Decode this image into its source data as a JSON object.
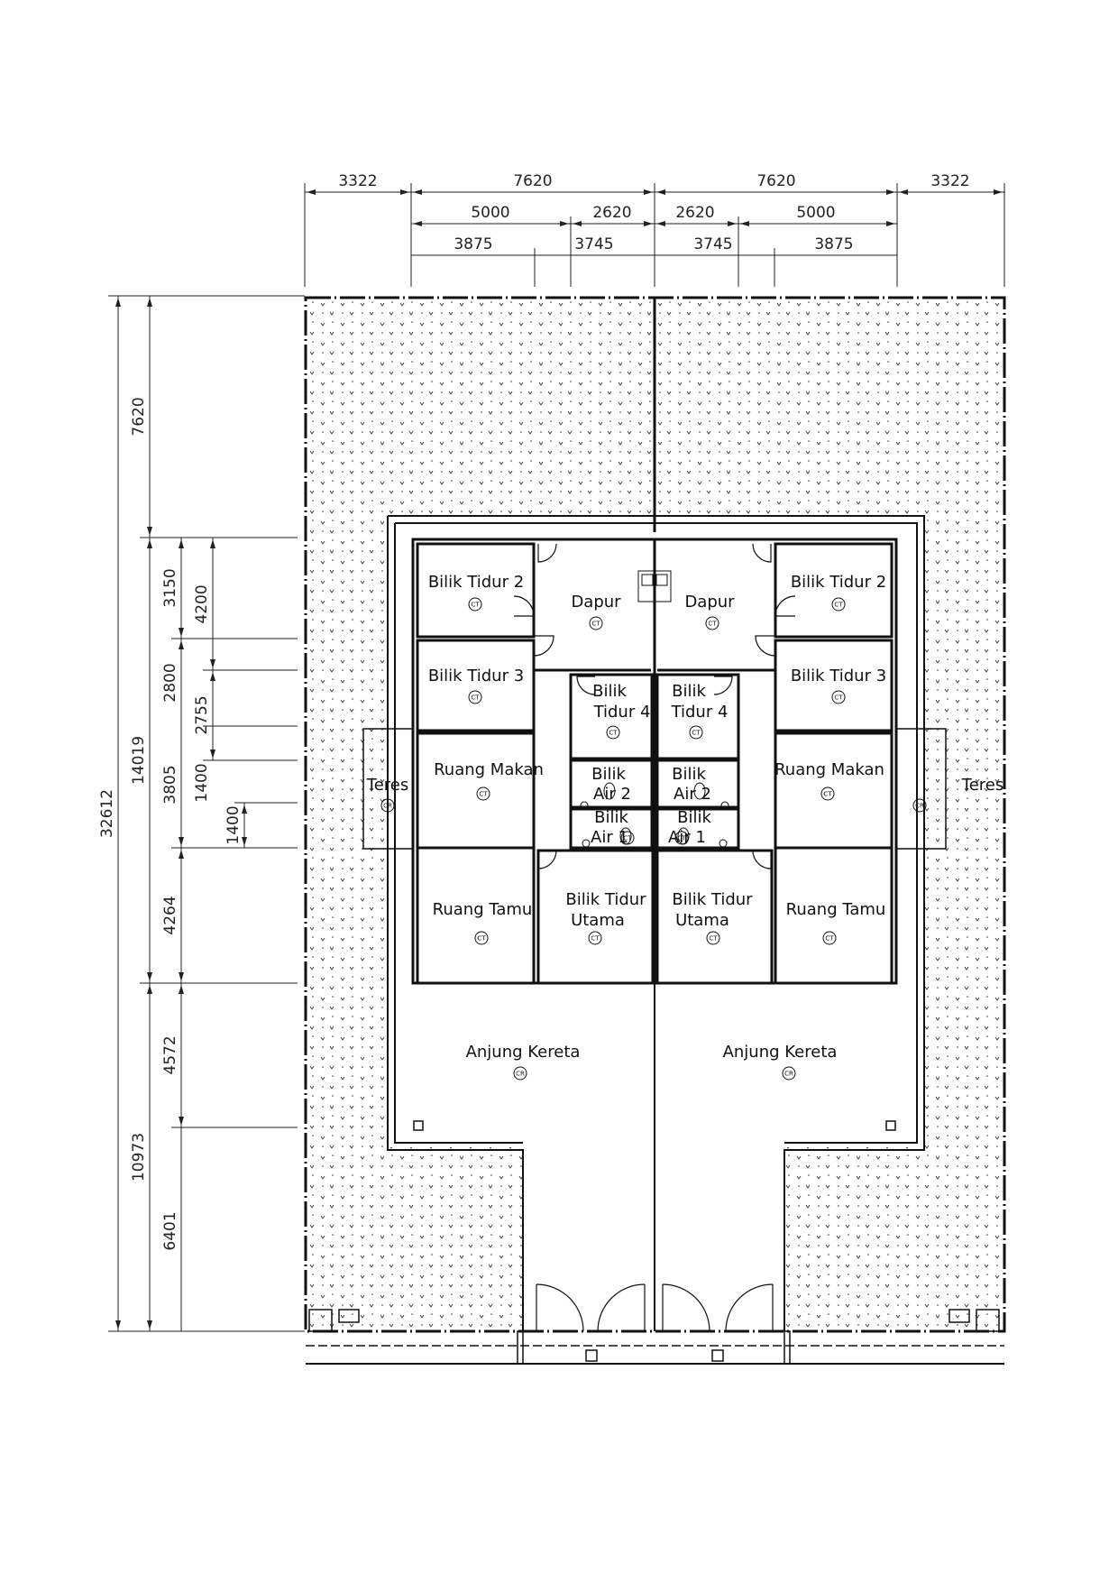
{
  "dimensions": {
    "top_row1": [
      "3322",
      "7620",
      "7620",
      "3322"
    ],
    "top_row2": [
      "5000",
      "2620",
      "2620",
      "5000"
    ],
    "top_row3": [
      "3875",
      "3745",
      "3745",
      "3875"
    ],
    "left_total": "32612",
    "left_segments": [
      "7620",
      "14019",
      "10973"
    ],
    "left_sub": [
      "3150",
      "2800",
      "3805",
      "4264",
      "4572",
      "6401"
    ],
    "left_inner": [
      "4200",
      "2755",
      "1400",
      "1400"
    ]
  },
  "units": {
    "left": {
      "bilik_tidur_2": "Bilik Tidur 2",
      "bilik_tidur_3": "Bilik Tidur 3",
      "bilik_tidur_4": [
        "Bilik",
        "Tidur 4"
      ],
      "dapur": "Dapur",
      "bilik_air_2": [
        "Bilik",
        "Air 2"
      ],
      "bilik_air_1": [
        "Bilik",
        "Air 1"
      ],
      "ruang_makan": "Ruang Makan",
      "ruang_tamu": "Ruang Tamu",
      "bilik_tidur_utama": [
        "Bilik Tidur",
        "Utama"
      ],
      "teres": "Teres",
      "anjung_kereta": "Anjung Kereta"
    },
    "right": {
      "bilik_tidur_2": "Bilik Tidur 2",
      "bilik_tidur_3": "Bilik Tidur 3",
      "bilik_tidur_4": [
        "Bilik",
        "Tidur 4"
      ],
      "dapur": "Dapur",
      "bilik_air_2": [
        "Bilik",
        "Air 2"
      ],
      "bilik_air_1": [
        "Bilik",
        "Air 1"
      ],
      "ruang_makan": "Ruang Makan",
      "ruang_tamu": "Ruang Tamu",
      "bilik_tidur_utama": [
        "Bilik Tidur",
        "Utama"
      ],
      "teres": "Teres",
      "anjung_kereta": "Anjung Kereta"
    }
  },
  "floor_tags": {
    "tiles": "CT",
    "car_porch": "CR"
  }
}
